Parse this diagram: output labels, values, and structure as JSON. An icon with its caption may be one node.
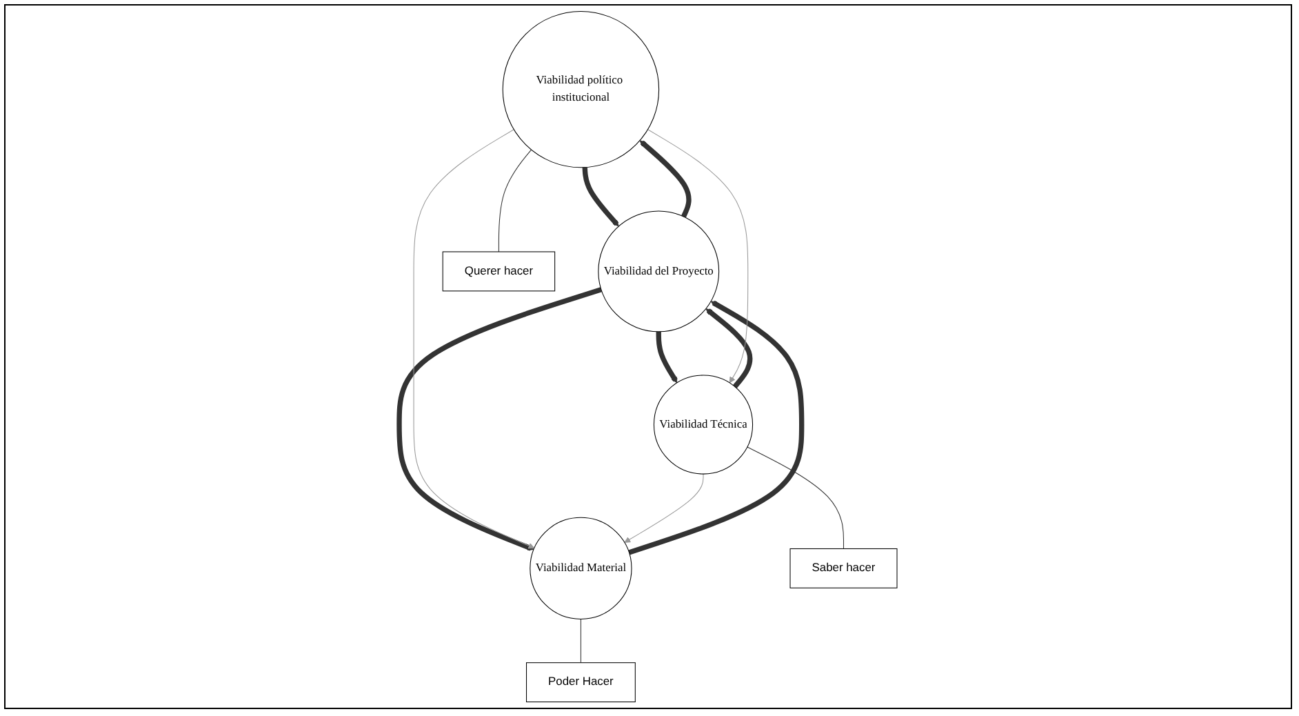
{
  "diagram": {
    "nodes": [
      {
        "text": [
          "Viabilidad político institucional"
        ]
      },
      {
        "text": [
          "Viabilidad del Proyecto"
        ]
      },
      {
        "text": [
          "Viabilidad Técnica"
        ]
      },
      {
        "text": [
          "Viabilidad Material"
        ]
      },
      {
        "text": [
          "Querer hacer"
        ]
      },
      {
        "text": [
          "Saber hacer"
        ]
      },
      {
        "text": [
          "Poder Hacer"
        ]
      }
    ],
    "edges": [
      {
        "from": 0,
        "to": 1,
        "arrow": "to",
        "style": "thick"
      },
      {
        "from": 1,
        "to": 0,
        "arrow": "to",
        "style": "thick"
      },
      {
        "from": 1,
        "to": 2,
        "arrow": "to",
        "style": "thick"
      },
      {
        "from": 2,
        "to": 1,
        "arrow": "to",
        "style": "thick"
      },
      {
        "from": 1,
        "to": 3,
        "arrow": "to",
        "style": "thick"
      },
      {
        "from": 3,
        "to": 1,
        "arrow": "to",
        "style": "thick"
      },
      {
        "from": 0,
        "to": 2,
        "arrow": "to",
        "color": "#999999"
      },
      {
        "from": 0,
        "to": 3,
        "arrow": "to",
        "color": "#999999"
      },
      {
        "from": 2,
        "to": 3,
        "arrow": "to",
        "color": "#999999"
      },
      {
        "from": 4,
        "to": 0,
        "arrow": "none"
      },
      {
        "from": 5,
        "to": 2,
        "arrow": "none"
      },
      {
        "from": 6,
        "to": 3,
        "arrow": "none"
      }
    ]
  }
}
